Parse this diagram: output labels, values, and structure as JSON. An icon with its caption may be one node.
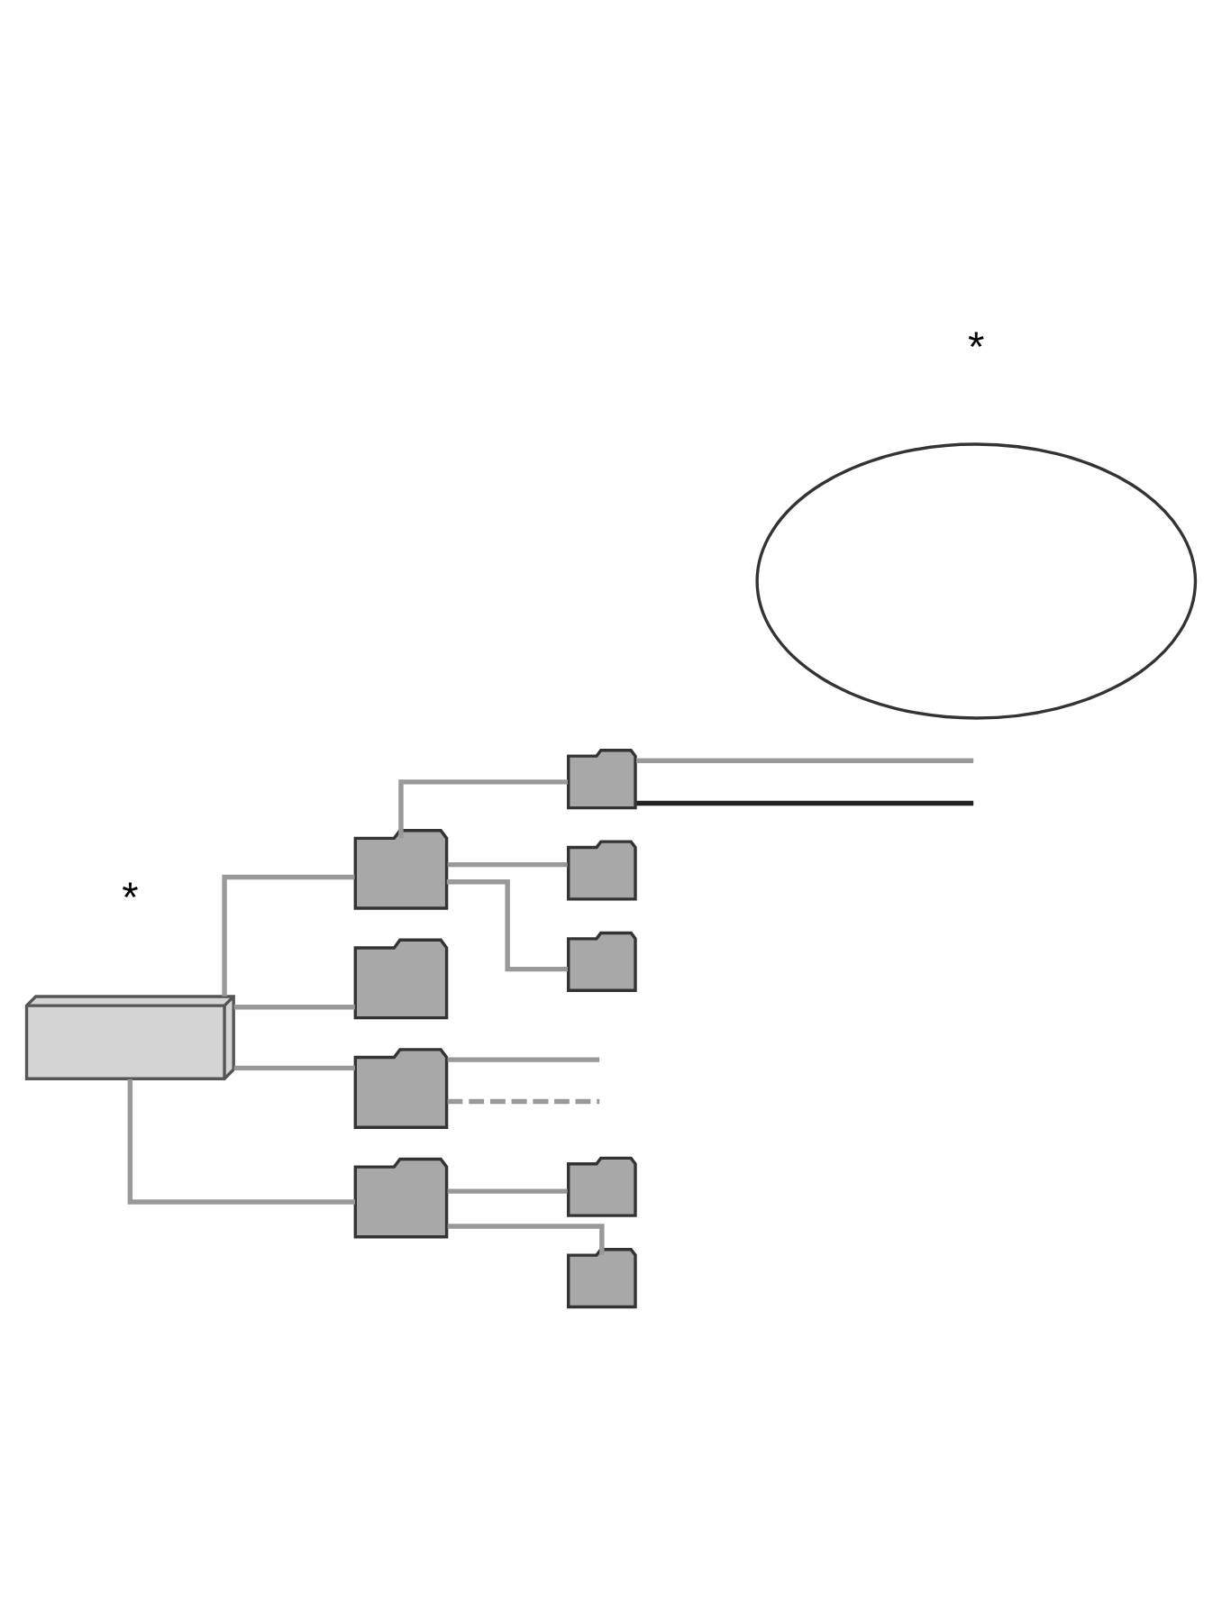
{
  "diagram": {
    "nodes": [
      {
        "text": [],
        "shape": "picture"
      },
      {
        "text": [],
        "shape": "folder"
      },
      {
        "text": [],
        "shape": "folder"
      },
      {
        "text": [],
        "shape": "folder"
      },
      {
        "text": [],
        "shape": "folder"
      },
      {
        "text": [],
        "shape": "folder"
      },
      {
        "text": [],
        "shape": "folder"
      },
      {
        "text": [],
        "shape": "folder"
      },
      {
        "text": [],
        "shape": "folder"
      },
      {
        "text": [],
        "shape": "folder"
      },
      {
        "text": [],
        "shape": "ellipse"
      }
    ],
    "edges": [
      {
        "from": 0,
        "to": 1,
        "arrow": "none"
      },
      {
        "from": 0,
        "to": 5,
        "arrow": "none"
      },
      {
        "from": 0,
        "to": 6,
        "arrow": "none"
      },
      {
        "from": 0,
        "to": 7,
        "arrow": "none"
      },
      {
        "from": 1,
        "to": 2,
        "arrow": "none"
      },
      {
        "from": 1,
        "to": 3,
        "arrow": "none"
      },
      {
        "from": 1,
        "to": 4,
        "arrow": "none"
      },
      {
        "from": 2,
        "to": null,
        "arrow": "none"
      },
      {
        "from": 2,
        "to": null,
        "arrow": "none",
        "color": "#222222"
      },
      {
        "from": 6,
        "to": null,
        "arrow": "none"
      },
      {
        "from": 6,
        "to": null,
        "arrow": "none",
        "style": "dashed"
      },
      {
        "from": 7,
        "to": 8,
        "arrow": "none"
      },
      {
        "from": 7,
        "to": 9,
        "arrow": "none"
      }
    ],
    "labels": [
      "*",
      "*"
    ]
  }
}
